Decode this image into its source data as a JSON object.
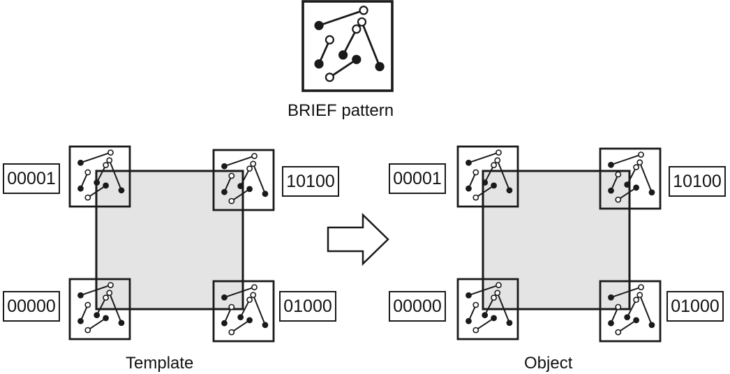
{
  "pattern_caption": "BRIEF pattern",
  "arrow_icon": "right-arrow-icon",
  "template": {
    "caption": "Template",
    "codes": [
      "00001",
      "10100",
      "00000",
      "01000"
    ]
  },
  "object": {
    "caption": "Object",
    "codes": [
      "00001",
      "10100",
      "00000",
      "01000"
    ]
  },
  "colors": {
    "stroke": "#1a1a1a",
    "region_fill": "#e4e4e4",
    "background": "#ffffff"
  }
}
